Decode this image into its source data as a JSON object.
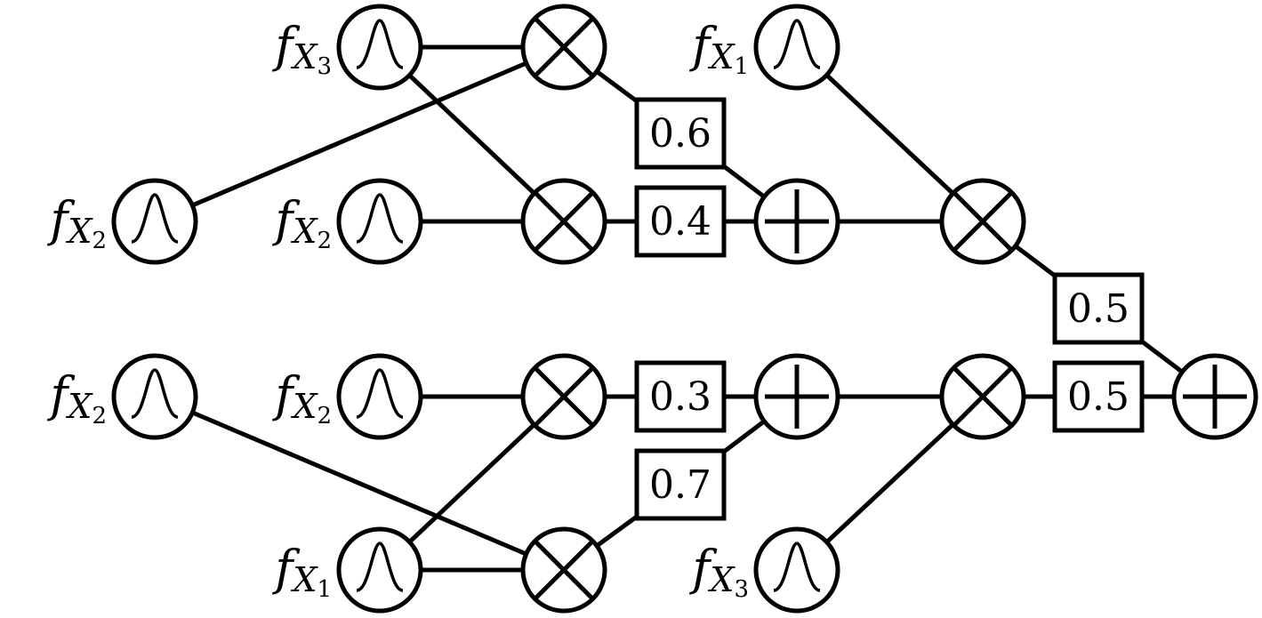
{
  "leaves": [
    {
      "id": "leaf-x3-top",
      "var": "X",
      "sub": "3"
    },
    {
      "id": "leaf-x1-top",
      "var": "X",
      "sub": "1"
    },
    {
      "id": "leaf-x2-left-a",
      "var": "X",
      "sub": "2"
    },
    {
      "id": "leaf-x2-mid-a",
      "var": "X",
      "sub": "2"
    },
    {
      "id": "leaf-x2-left-b",
      "var": "X",
      "sub": "2"
    },
    {
      "id": "leaf-x2-mid-b",
      "var": "X",
      "sub": "2"
    },
    {
      "id": "leaf-x1-bottom",
      "var": "X",
      "sub": "1"
    },
    {
      "id": "leaf-x3-bottom",
      "var": "X",
      "sub": "3"
    }
  ],
  "products": [
    {
      "id": "prod-1"
    },
    {
      "id": "prod-2"
    },
    {
      "id": "prod-3"
    },
    {
      "id": "prod-4"
    },
    {
      "id": "prod-5"
    },
    {
      "id": "prod-6"
    }
  ],
  "sums": [
    {
      "id": "sum-1"
    },
    {
      "id": "sum-2"
    },
    {
      "id": "sum-root"
    }
  ],
  "weights": [
    {
      "id": "w-06",
      "value": "0.6"
    },
    {
      "id": "w-04",
      "value": "0.4"
    },
    {
      "id": "w-05-top",
      "value": "0.5"
    },
    {
      "id": "w-03",
      "value": "0.3"
    },
    {
      "id": "w-05-bottom",
      "value": "0.5"
    },
    {
      "id": "w-07",
      "value": "0.7"
    }
  ],
  "label_prefix": "f"
}
